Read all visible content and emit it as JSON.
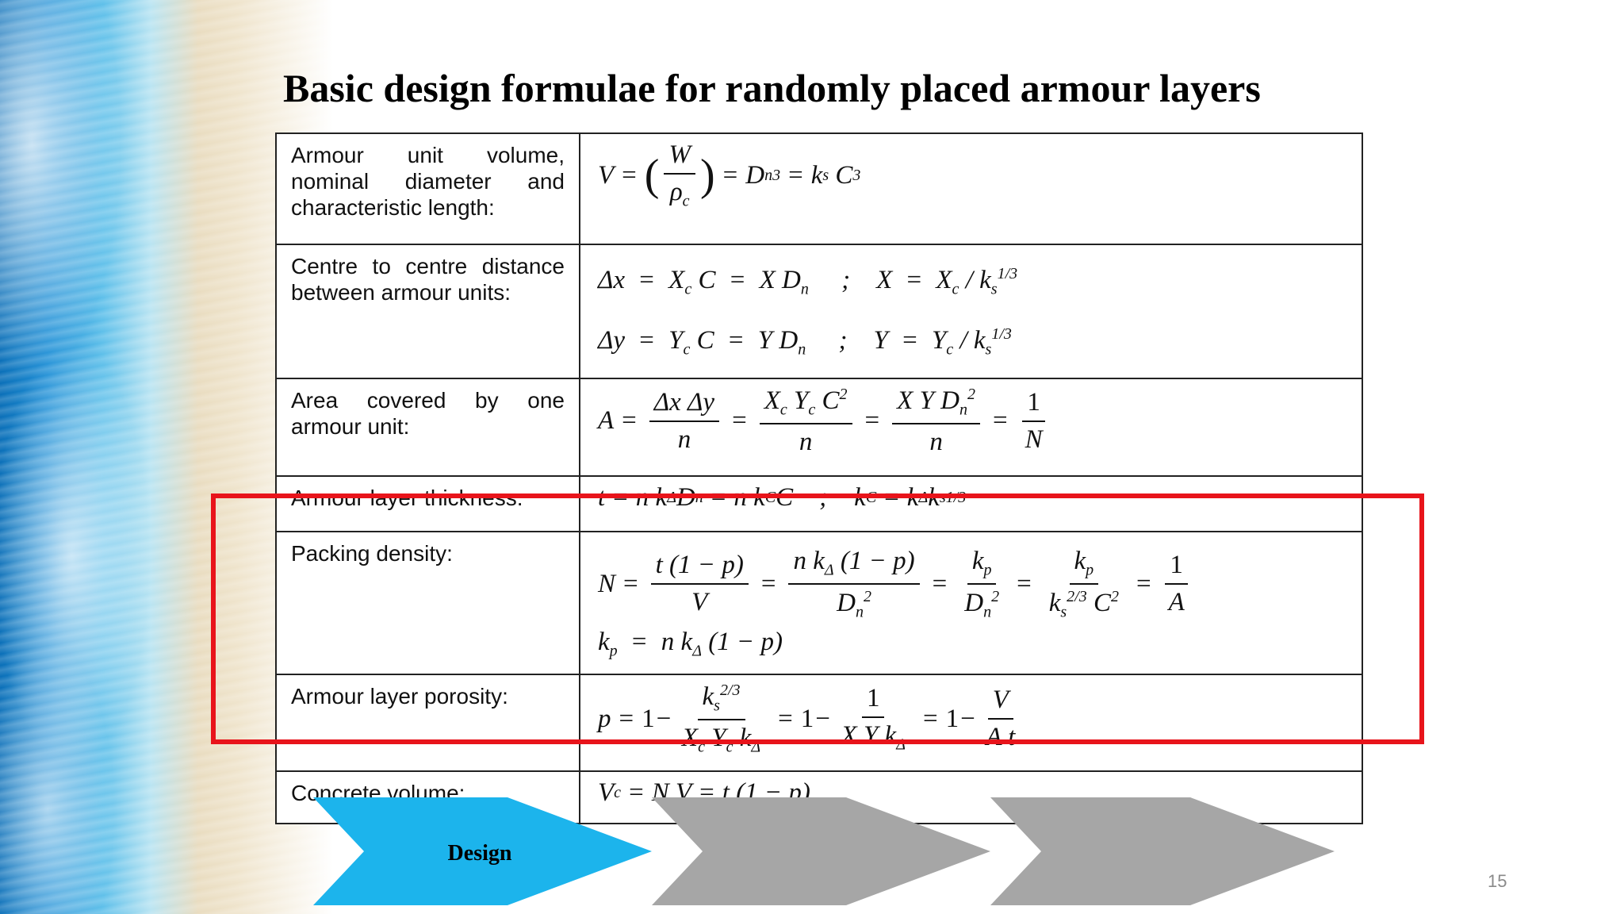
{
  "slide": {
    "title": "Basic design formulae for randomly placed armour layers",
    "page_number": "15"
  },
  "table": {
    "rows": [
      {
        "label": "Armour unit volume, nominal diameter and characteristic length:",
        "formula": "V = (W/ρc) = Dn^3 = ks C^3"
      },
      {
        "label": "Centre to centre distance between armour units:",
        "formula": "Δx = Xc C = X Dn ; X = Xc / ks^(1/3) | Δy = Yc C = Y Dn ; Y = Yc / ks^(1/3)"
      },
      {
        "label": "Area covered by one armour unit:",
        "formula": "A = ΔxΔy/n = Xc Yc C^2/n = X Y Dn^2/n = 1/N"
      },
      {
        "label": "Armour layer thickness:",
        "formula": "t = n kΔ Dn = n kC C ; kC = kΔ ks^(1/3)"
      },
      {
        "label": "Packing density:",
        "formula": "N = t(1−p)/V = n kΔ(1−p)/Dn^2 = kp/Dn^2 = kp/(ks^(2/3) C^2) = 1/A | kp = n kΔ (1−p)"
      },
      {
        "label": "Armour layer porosity:",
        "formula": "p = 1 − ks^(2/3)/(Xc Yc kΔ) = 1 − 1/(X Y kΔ) = 1 − V/(A t)"
      },
      {
        "label": "Concrete volume:",
        "formula": "Vc = N V = t (1 − p)"
      }
    ]
  },
  "process": {
    "steps": [
      {
        "label": "Design",
        "color": "#1cb4ec",
        "active": true
      },
      {
        "label": "",
        "color": "#a6a6a6",
        "active": false
      },
      {
        "label": "",
        "color": "#a6a6a6",
        "active": false
      }
    ]
  },
  "colors": {
    "highlight": "#e8141b",
    "active_step": "#1cb4ec",
    "inactive_step": "#a6a6a6"
  },
  "icons": {
    "background": "beach-waves-decoration"
  }
}
